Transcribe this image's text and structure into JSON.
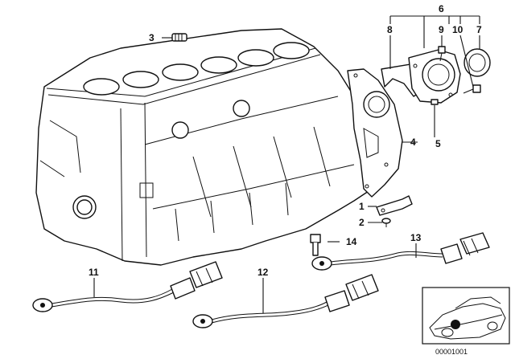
{
  "callouts": {
    "c1": "1",
    "c2": "2",
    "c3": "3",
    "c4": "4",
    "c5": "5",
    "c6": "6",
    "c7": "7",
    "c8": "8",
    "c9": "9",
    "c10": "10",
    "c11": "11",
    "c12": "12",
    "c13": "13",
    "c14": "14"
  },
  "document_id": "00001001",
  "colors": {
    "line": "#111111",
    "background": "#ffffff"
  }
}
